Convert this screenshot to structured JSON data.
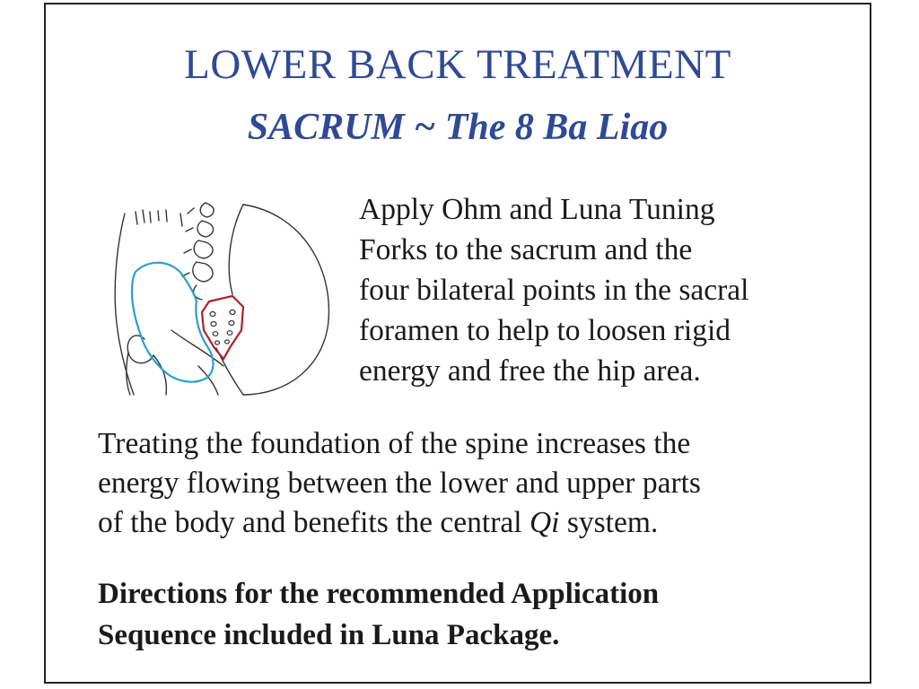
{
  "header": {
    "title": "LOWER BACK TREATMENT",
    "subtitle": "SACRUM ~ The 8 Ba Liao"
  },
  "illustration": {
    "icon": "sacrum-anatomy-illustration",
    "hip_outline_color": "#2a9fd0",
    "sacrum_outline_color": "#b0202a"
  },
  "intro": {
    "lines": [
      "Apply Ohm and Luna Tuning",
      "Forks to the sacrum and the",
      "four bilateral points in the sacral",
      "foramen to help to loosen rigid",
      "energy and free the hip area."
    ]
  },
  "body": {
    "line1": "Treating the foundation of the spine increases the",
    "line2": "energy flowing between the lower and upper parts",
    "line3_before": "of the body and benefits the central ",
    "line3_italic": "Qi",
    "line3_after": " system."
  },
  "directions": {
    "line1": "Directions for the recommended Application",
    "line2": "Sequence included in Luna Package."
  },
  "colors": {
    "title": "#2f4a94",
    "text": "#1a1a1a",
    "border": "#222222"
  }
}
